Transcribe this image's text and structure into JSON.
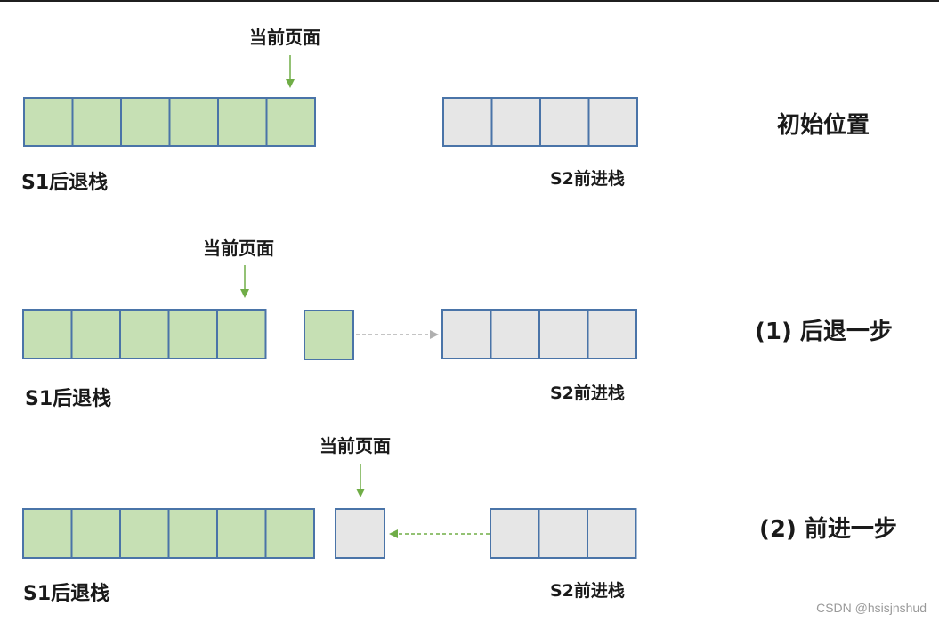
{
  "colors": {
    "back_stack_fill": "#c6e0b4",
    "forward_stack_fill": "#e6e6e6",
    "cell_border": "#4a74a8",
    "arrow_green": "#70ad47",
    "arrow_gray": "#b0b0b0"
  },
  "icons": {
    "current_page_arrow": "down-arrow-icon",
    "move_arrow": "dashed-arrow-icon"
  },
  "row1": {
    "current_page": "当前页面",
    "back_stack": "S1后退栈",
    "forward_stack": "S2前进栈",
    "state": "初始位置"
  },
  "row2": {
    "current_page": "当前页面",
    "back_stack": "S1后退栈",
    "forward_stack": "S2前进栈",
    "state": "(1) 后退一步"
  },
  "row3": {
    "current_page": "当前页面",
    "back_stack": "S1后退栈",
    "forward_stack": "S2前进栈",
    "state": "(2) 前进一步"
  },
  "watermark": "CSDN @hsisjnshud"
}
